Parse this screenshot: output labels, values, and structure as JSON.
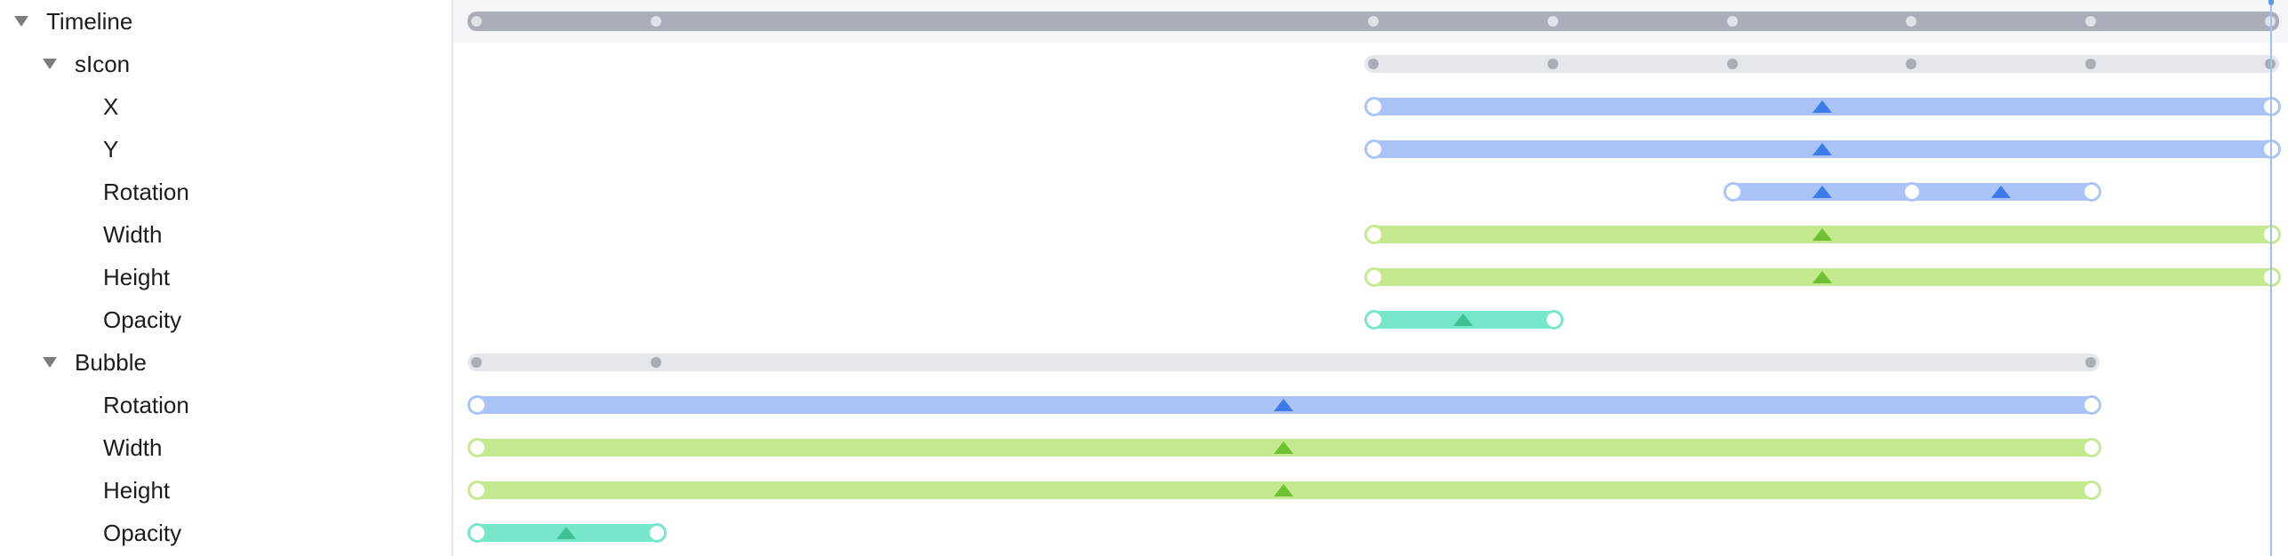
{
  "tree": [
    {
      "label": "Timeline",
      "level": 0,
      "expanded": true
    },
    {
      "label": "sIcon",
      "level": 1,
      "expanded": true
    },
    {
      "label": "X",
      "level": 2
    },
    {
      "label": "Y",
      "level": 2
    },
    {
      "label": "Rotation",
      "level": 2
    },
    {
      "label": "Width",
      "level": 2
    },
    {
      "label": "Height",
      "level": 2
    },
    {
      "label": "Opacity",
      "level": 2
    },
    {
      "label": "Bubble",
      "level": 1,
      "expanded": true
    },
    {
      "label": "Rotation",
      "level": 2
    },
    {
      "label": "Width",
      "level": 2
    },
    {
      "label": "Height",
      "level": 2
    },
    {
      "label": "Opacity",
      "level": 2
    }
  ],
  "colors": {
    "position": "#abc4f7",
    "size": "#c4e98f",
    "opacity": "#76e7cb",
    "group": "#e4e7ec",
    "timeline": "#a9aeb9",
    "playhead": "#9dc3f4"
  },
  "timeline": {
    "playhead": 1.0
  },
  "tracks": [
    {
      "kind": "group-root",
      "start": 0.0,
      "end": 1.0,
      "keys": [
        0.0,
        0.1,
        0.5,
        0.6,
        0.7,
        0.8,
        0.9,
        1.0
      ]
    },
    {
      "kind": "group",
      "start": 0.5,
      "end": 1.0,
      "keys": [
        0.5,
        0.6,
        0.7,
        0.8,
        0.9,
        1.0
      ]
    },
    {
      "kind": "blue",
      "start": 0.5,
      "end": 1.0,
      "eases": [
        0.75
      ]
    },
    {
      "kind": "blue",
      "start": 0.5,
      "end": 1.0,
      "eases": [
        0.75
      ]
    },
    {
      "kind": "blue",
      "start": 0.7,
      "end": 0.9,
      "eases": [
        0.75,
        0.85
      ],
      "mids": [
        0.8
      ]
    },
    {
      "kind": "green",
      "start": 0.5,
      "end": 1.0,
      "eases": [
        0.75
      ]
    },
    {
      "kind": "green",
      "start": 0.5,
      "end": 1.0,
      "eases": [
        0.75
      ]
    },
    {
      "kind": "teal",
      "start": 0.5,
      "end": 0.6,
      "eases": [
        0.55
      ]
    },
    {
      "kind": "group",
      "start": 0.0,
      "end": 0.9,
      "keys": [
        0.0,
        0.1,
        0.9
      ]
    },
    {
      "kind": "blue",
      "start": 0.0,
      "end": 0.9,
      "eases": [
        0.45
      ]
    },
    {
      "kind": "green",
      "start": 0.0,
      "end": 0.9,
      "eases": [
        0.45
      ]
    },
    {
      "kind": "green",
      "start": 0.0,
      "end": 0.9,
      "eases": [
        0.45
      ]
    },
    {
      "kind": "teal",
      "start": 0.0,
      "end": 0.1,
      "eases": [
        0.05
      ]
    }
  ]
}
